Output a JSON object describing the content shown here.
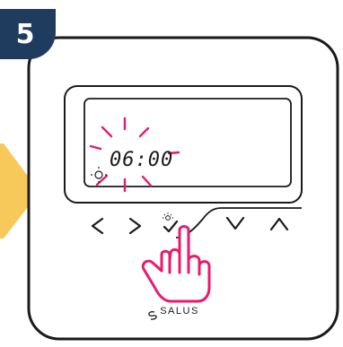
{
  "step": {
    "number": "5"
  },
  "display": {
    "time": "06:00"
  },
  "device": {
    "brand": "SALUS"
  },
  "colors": {
    "badge": "#1f3c5f",
    "arrow": "#f7c95a",
    "highlight": "#e8196e",
    "outline": "#1a1a1a"
  },
  "icons": {
    "left": "chevron-left-icon",
    "right": "chevron-right-icon",
    "confirm": "checkmark-icon",
    "down": "chevron-down-icon",
    "up": "chevron-up-icon",
    "sun": "sun-icon"
  }
}
